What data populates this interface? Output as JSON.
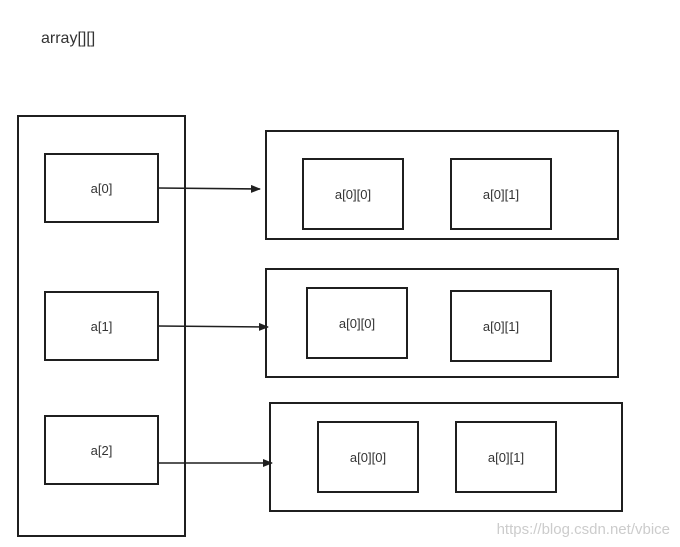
{
  "title": "array[][]",
  "outer_array": {
    "items": [
      {
        "label": "a[0]"
      },
      {
        "label": "a[1]"
      },
      {
        "label": "a[2]"
      }
    ]
  },
  "rows": [
    {
      "cells": [
        {
          "label": "a[0][0]"
        },
        {
          "label": "a[0][1]"
        }
      ]
    },
    {
      "cells": [
        {
          "label": "a[0][0]"
        },
        {
          "label": "a[0][1]"
        }
      ]
    },
    {
      "cells": [
        {
          "label": "a[0][0]"
        },
        {
          "label": "a[0][1]"
        }
      ]
    }
  ],
  "watermark": "https://blog.csdn.net/vbice",
  "colors": {
    "stroke": "#1f1f1f",
    "text": "#333333",
    "watermark": "#cccccc"
  }
}
